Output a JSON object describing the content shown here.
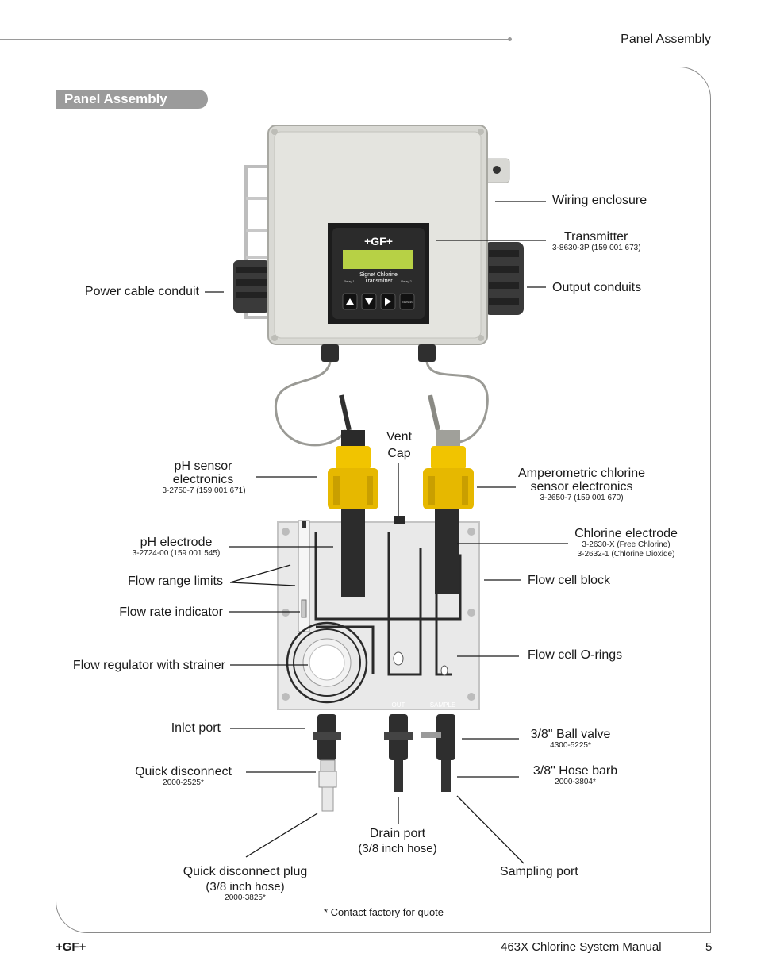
{
  "header": {
    "title": "Panel Assembly"
  },
  "section": {
    "title": "Panel Assembly"
  },
  "device": {
    "display_logo": "+GF+",
    "display_text_1": "Signet Chlorine",
    "display_text_2": "Transmitter",
    "relay1": "Relay 1",
    "relay2": "Relay 2",
    "enter_key": "ENTER",
    "port_out": "OUT",
    "port_sample": "SAMPLE"
  },
  "labels": {
    "wiring_enclosure": "Wiring enclosure",
    "transmitter": "Transmitter",
    "transmitter_pn": "3-8630-3P (159 001 673)",
    "output_conduits": "Output conduits",
    "power_cable_conduit": "Power cable conduit",
    "vent_cap_1": "Vent",
    "vent_cap_2": "Cap",
    "ph_sensor_1": "pH sensor",
    "ph_sensor_2": "electronics",
    "ph_sensor_pn": "3-2750-7 (159 001 671)",
    "amp_1": "Amperometric chlorine",
    "amp_2": "sensor electronics",
    "amp_pn": "3-2650-7 (159 001 670)",
    "ph_electrode": "pH electrode",
    "ph_electrode_pn": "3-2724-00 (159 001 545)",
    "chlorine_electrode": "Chlorine electrode",
    "chlorine_electrode_pn1": "3-2630-X (Free Chlorine)",
    "chlorine_electrode_pn2": "3-2632-1 (Chlorine Dioxide)",
    "flow_range_limits": "Flow range limits",
    "flow_cell_block": "Flow cell block",
    "flow_rate_indicator": "Flow rate indicator",
    "flow_regulator": "Flow regulator with strainer",
    "flow_cell_orings": "Flow cell O-rings",
    "inlet_port": "Inlet port",
    "ball_valve": "3/8\" Ball valve",
    "ball_valve_pn": "4300-5225*",
    "quick_disconnect": "Quick disconnect",
    "quick_disconnect_pn": "2000-2525*",
    "hose_barb": "3/8\" Hose barb",
    "hose_barb_pn": "2000-3804*",
    "drain_port": "Drain port",
    "drain_port_sub": "(3/8 inch hose)",
    "qd_plug": "Quick disconnect plug",
    "qd_plug_sub": "(3/8 inch hose)",
    "qd_plug_pn": "2000-3825*",
    "sampling_port": "Sampling port"
  },
  "note": "* Contact factory for quote",
  "footer": {
    "logo": "+GF+",
    "manual_title": "463X Chlorine System Manual",
    "page_number": "5"
  }
}
